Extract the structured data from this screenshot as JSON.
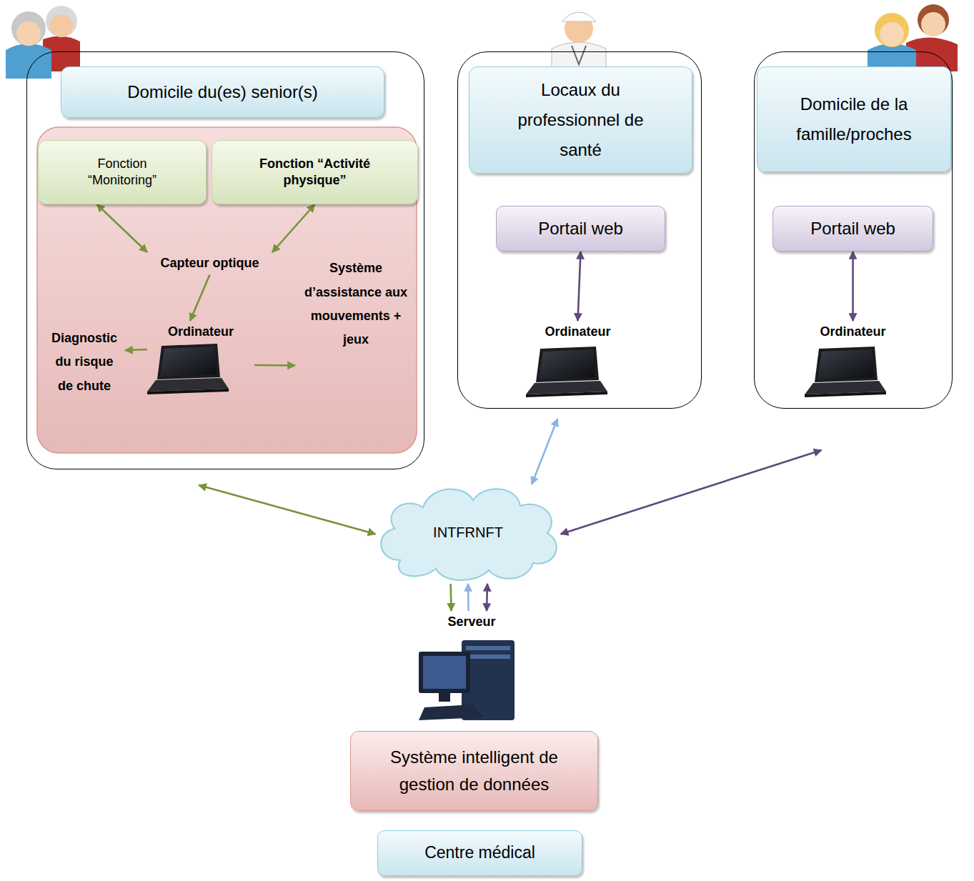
{
  "diagram": {
    "nodes": [
      {
        "text": [
          "Domicile du(es) senior(s)"
        ]
      },
      {
        "text": [
          "Fonction “Monitoring”"
        ],
        "in": 0
      },
      {
        "text": [
          "Fonction “Activité physique”"
        ],
        "in": 0
      },
      {
        "text": [
          "Capteur optique"
        ],
        "in": 0
      },
      {
        "text": [
          "Ordinateur"
        ],
        "in": 0
      },
      {
        "text": [
          "Diagnostic du risque de chute"
        ],
        "in": 0
      },
      {
        "text": [
          "Système d’assistance aux mouvements + jeux"
        ],
        "in": 0
      },
      {
        "text": [
          "Locaux du professionnel de santé"
        ]
      },
      {
        "text": [
          "Portail web"
        ],
        "in": 7
      },
      {
        "text": [
          "Ordinateur"
        ],
        "in": 7
      },
      {
        "text": [
          "Domicile de la famille/proches"
        ]
      },
      {
        "text": [
          "Portail web"
        ],
        "in": 10
      },
      {
        "text": [
          "Ordinateur"
        ],
        "in": 10
      },
      {
        "text": [
          "INTFRNFT"
        ]
      },
      {
        "text": [
          "Serveur"
        ]
      },
      {
        "text": [
          "Système intelligent de gestion de données"
        ]
      },
      {
        "text": [
          "Centre médical"
        ]
      }
    ],
    "edges": [
      {
        "from": 1,
        "to": 3,
        "arrow": "both"
      },
      {
        "from": 2,
        "to": 3,
        "arrow": "both"
      },
      {
        "from": 3,
        "to": 4,
        "arrow": "to"
      },
      {
        "from": 4,
        "to": 5,
        "arrow": "to"
      },
      {
        "from": 4,
        "to": 6,
        "arrow": "to"
      },
      {
        "from": 8,
        "to": 9,
        "arrow": "both"
      },
      {
        "from": 11,
        "to": 12,
        "arrow": "both"
      },
      {
        "from": 0,
        "to": 13,
        "arrow": "both"
      },
      {
        "from": 7,
        "to": 13,
        "arrow": "both"
      },
      {
        "from": 10,
        "to": 13,
        "arrow": "both"
      },
      {
        "from": 13,
        "to": 14,
        "arrow": "to"
      },
      {
        "from": 14,
        "to": 13,
        "arrow": "to"
      },
      {
        "from": 13,
        "to": 14,
        "arrow": "both"
      }
    ]
  }
}
